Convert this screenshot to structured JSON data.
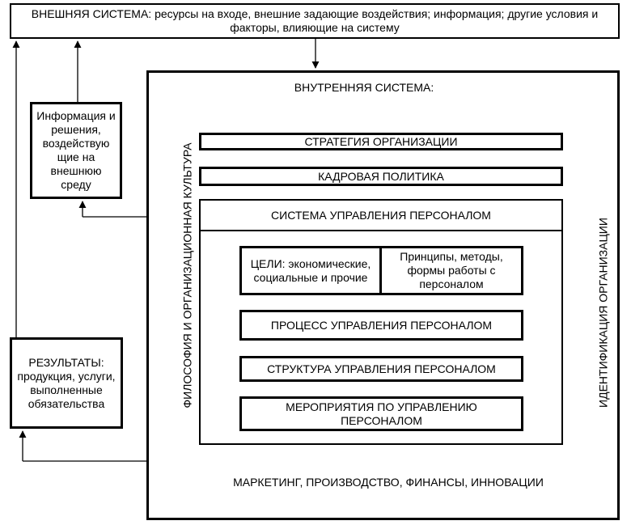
{
  "external_system": "ВНЕШНЯЯ СИСТЕМА: ресурсы на входе, внешние задающие воздействия; информация; другие условия и факторы, влияющие на систему",
  "information_box": "Информация и решения, воздействую щие на внешнюю среду",
  "results_box": "РЕЗУЛЬТАТЫ: продукция, услуги, выполненные обязательства",
  "internal_system": {
    "title": "ВНУТРЕННЯЯ СИСТЕМА:",
    "left_vertical": "ФИЛОСОФИЯ И ОРГАНИЗАЦИОННАЯ КУЛЬТУРА",
    "right_vertical": "ИДЕНТИФИКАЦИЯ ОРГАНИЗАЦИИ",
    "bottom": "МАРКЕТИНГ, ПРОИЗВОДСТВО, ФИНАНСЫ, ИННОВАЦИИ"
  },
  "strategy": "СТРАТЕГИЯ ОРГАНИЗАЦИИ",
  "hr_policy": "КАДРОВАЯ ПОЛИТИКА",
  "hr_system": {
    "title": "СИСТЕМА УПРАВЛЕНИЯ ПЕРСОНАЛОМ",
    "goals": "ЦЕЛИ: экономические, социальные и прочие",
    "principles": "Принципы, методы, формы работы с персоналом",
    "process": "ПРОЦЕСС УПРАВЛЕНИЯ ПЕРСОНАЛОМ",
    "structure": "СТРУКТУРА УПРАВЛЕНИЯ ПЕРСОНАЛОМ",
    "measures": "МЕРОПРИЯТИЯ ПО УПРАВЛЕНИЮ ПЕРСОНАЛОМ"
  }
}
